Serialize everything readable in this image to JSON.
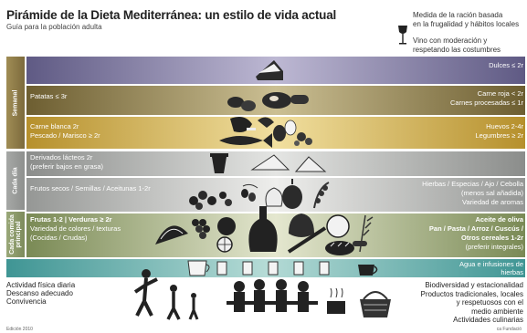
{
  "header": {
    "title": "Pirámide de la Dieta Mediterránea: un estilo de vida actual",
    "subtitle": "Guía para la población adulta",
    "note_portion": [
      "Medida de la ración basada",
      "en la frugalidad y hábitos locales"
    ],
    "note_wine": [
      "Vino con moderación y",
      "respetando las costumbres"
    ]
  },
  "sections": {
    "weekly": "Semanal",
    "daily": "Cada día",
    "main_meal": [
      "Cada comida",
      "principal"
    ]
  },
  "bands": {
    "sweets": {
      "right": "Dulces ≤ 2r"
    },
    "potatoes_meat": {
      "left": "Patatas ≤ 3r",
      "right": [
        "Carne roja < 2r",
        "Carnes procesadas ≤ 1r"
      ]
    },
    "fish_poultry": {
      "left": [
        "Carne blanca 2r",
        "Pescado / Marisco ≥ 2r"
      ],
      "right": [
        "Huevos 2-4r",
        "Legumbres ≥ 2r"
      ]
    },
    "dairy": {
      "left": [
        "Derivados lácteos 2r",
        "(preferir bajos en grasa)"
      ]
    },
    "nuts_herbs": {
      "left": "Frutos secos / Semillas / Aceitunas 1-2r",
      "right": [
        "Hierbas / Especias / Ajo / Cebolla",
        "(menos sal añadida)",
        "Variedad de aromas"
      ]
    },
    "main_meal": {
      "left_bold": "Frutas 1-2 | Verduras ≥ 2r",
      "left": [
        "Variedad de colores / texturas",
        "(Cocidas / Crudas)"
      ],
      "right_bold": [
        "Aceite de oliva",
        "Pan / Pasta / Arroz / Cuscús /",
        "Otros cereales 1-2r"
      ],
      "right": "(preferir integrales)"
    },
    "water": {
      "right": [
        "Agua e infusiones de",
        "hierbas"
      ]
    }
  },
  "footer": {
    "left": [
      "Actividad física diaria",
      "Descanso adecuado",
      "Convivencia"
    ],
    "right": [
      "Biodiversidad y estacionalidad",
      "Productos tradicionales, locales",
      "y respetuosos con el",
      "medio ambiente",
      "Actividades culinarias"
    ],
    "edition": "Edición 2010",
    "logo": "ca Fundació"
  },
  "colors": {
    "sweets": "#8a84a8",
    "potatoes_meat": "#8f7e4a",
    "fish_poultry": "#c9a94a",
    "dairy": "#9a9d9b",
    "nuts_herbs": "#a7aaa8",
    "main_meal": "#8c9a69",
    "water": "#5fa7a6",
    "side_dark": "#8c7a4c",
    "side_grey": "#9b9d9b",
    "side_green": "#8d9a6a"
  }
}
